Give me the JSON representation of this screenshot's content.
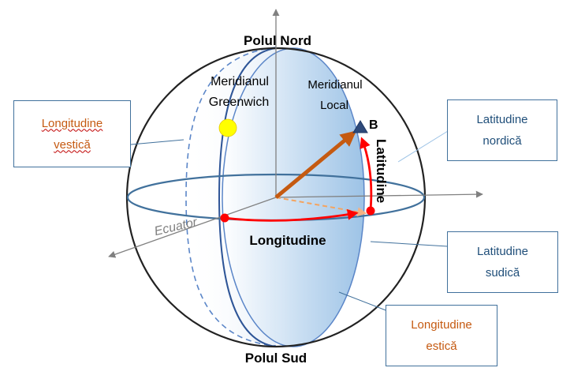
{
  "diagram": {
    "north_pole": "Polul Nord",
    "south_pole": "Polul Sud",
    "greenwich_meridian": {
      "line1": "Meridianul",
      "line2": "Greenwich"
    },
    "local_meridian": {
      "line1": "Meridianul",
      "line2": "Local"
    },
    "equator": "Ecuator",
    "longitude": "Longitudine",
    "latitude": "Latitudine",
    "point": "B",
    "callouts": {
      "west_longitude": {
        "line1": "Longitudine",
        "line2": "vestică"
      },
      "north_latitude": {
        "line1": "Latitudine",
        "line2": "nordică"
      },
      "south_latitude": {
        "line1": "Latitudine",
        "line2": "sudică"
      },
      "east_longitude": {
        "line1": "Longitudine",
        "line2": "estică"
      }
    },
    "colors": {
      "sphere_outline": "#222222",
      "equator_ring": "#41719c",
      "meridian_fill": "#bdd7ee",
      "axes": "#808080",
      "vector": "#c55a11",
      "arc": "#ff0000",
      "sun": "#ffff00",
      "callout_border": "#41719c",
      "callout_orange_text": "#c55a11",
      "callout_blue_text": "#1f4e79"
    }
  }
}
